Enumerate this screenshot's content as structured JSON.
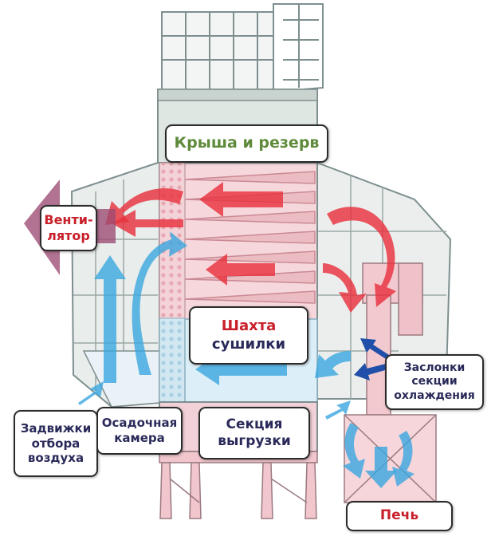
{
  "colors": {
    "hot_air": "#e8323e",
    "cool_air": "#3aa6e0",
    "blue_arrow": "#1f4fa8",
    "exhaust_arrow": "#9c4a72",
    "frame": "#7e8f8f",
    "wall": "#e7ebe9",
    "pink_fill": "#f4c9cf",
    "label_green": "#5e8a3a",
    "label_red": "#c8202a",
    "label_navy": "#2a2a5a",
    "label_maroon": "#9b2f3c"
  },
  "labels": {
    "roof": "Крыша и резерв",
    "fan_line1": "Венти-",
    "fan_line2": "лятор",
    "shaft_line1": "Шахта",
    "shaft_line2": "сушилки",
    "dampers_line1": "Заслонки",
    "dampers_line2": "секции",
    "dampers_line3": "охлаждения",
    "gates_line1": "Задвижки",
    "gates_line2": "отбора",
    "gates_line3": "воздуха",
    "settling_line1": "Осадочная",
    "settling_line2": "камера",
    "unload_line1": "Секция",
    "unload_line2": "выгрузки",
    "furnace": "Печь"
  }
}
